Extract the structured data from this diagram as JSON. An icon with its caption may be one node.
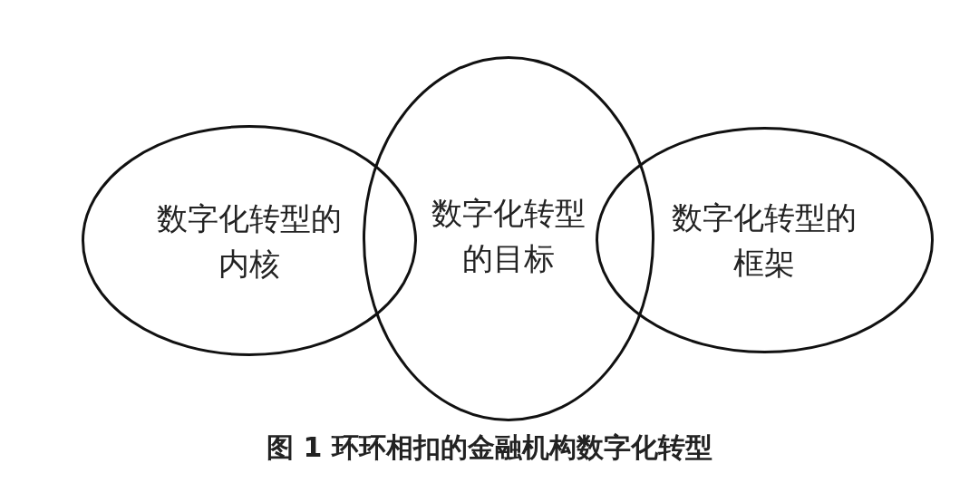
{
  "diagram": {
    "caption": "图 1 环环相扣的金融机构数字化转型",
    "nodes": [
      {
        "text": [
          "数字化转型的内核"
        ]
      },
      {
        "text": [
          "数字化转型的目标"
        ]
      },
      {
        "text": [
          "数字化转型的框架"
        ]
      }
    ]
  }
}
